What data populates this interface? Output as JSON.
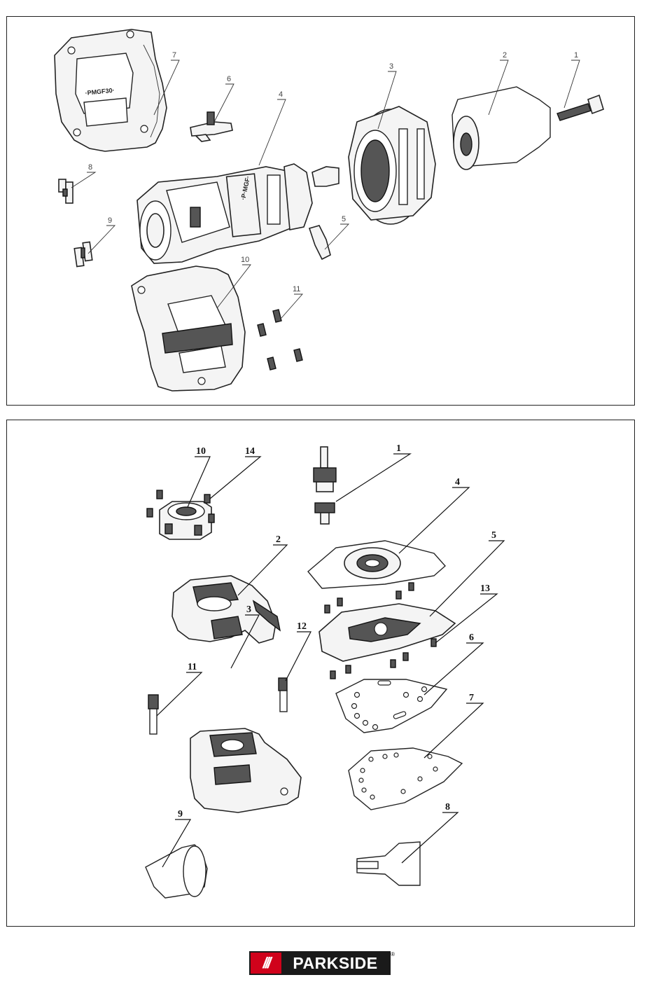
{
  "top_diagram": {
    "housing_stamp": "·PMGF30·",
    "motor_stamp": "·P·MGF·",
    "labels": [
      "1",
      "2",
      "3",
      "4",
      "5",
      "6",
      "7",
      "8",
      "9",
      "10",
      "11"
    ]
  },
  "bottom_diagram": {
    "labels": [
      "1",
      "2",
      "3",
      "4",
      "5",
      "6",
      "7",
      "8",
      "9",
      "10",
      "11",
      "12",
      "13",
      "14"
    ]
  },
  "brand": {
    "slashes": "///",
    "name": "PARKSIDE",
    "registered": "®",
    "accent_color": "#d0021b"
  }
}
